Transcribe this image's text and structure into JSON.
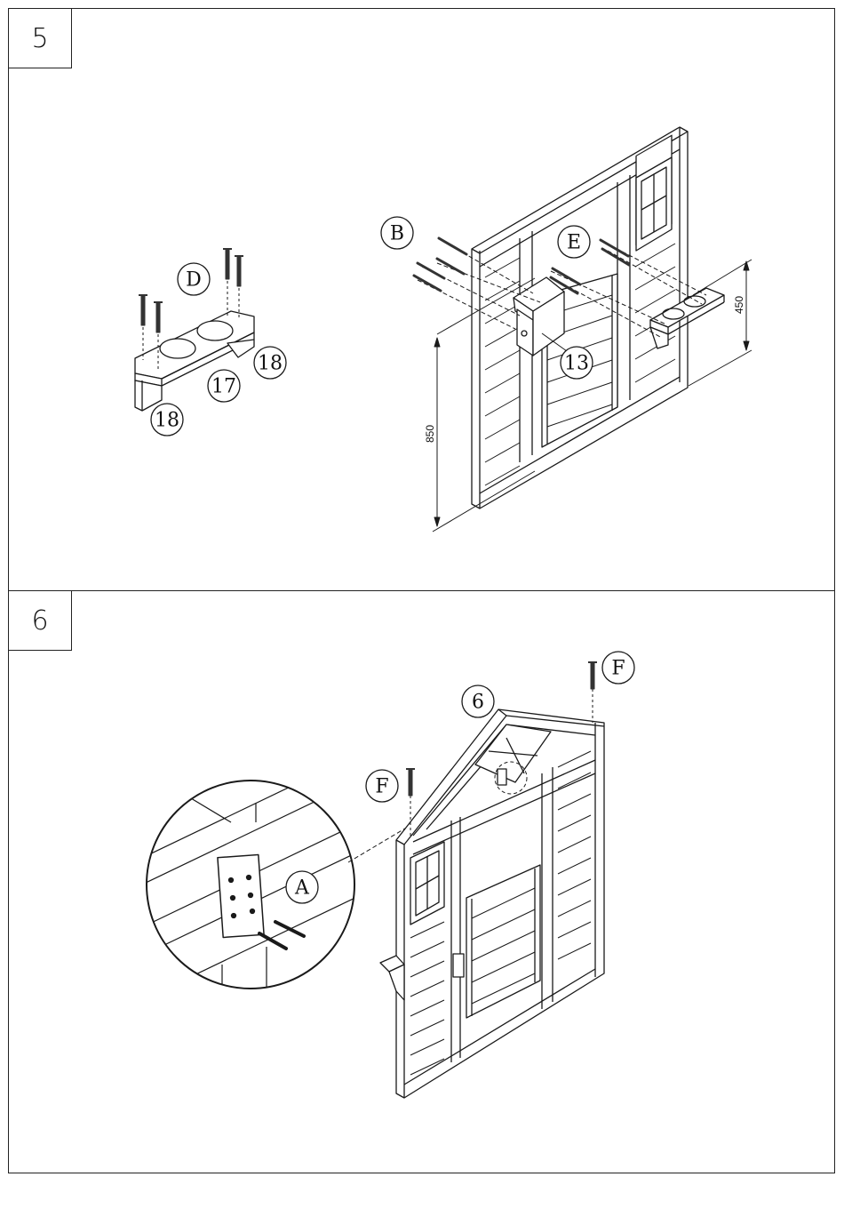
{
  "steps": [
    {
      "number": "5",
      "callouts": {
        "screw_d": "D",
        "tray": "17",
        "bracket_right": "18",
        "bracket_left": "18",
        "screw_b": "B",
        "screw_e": "E",
        "mailbox": "13"
      },
      "dimensions": {
        "height_mailbox": "850",
        "height_tray": "450"
      }
    },
    {
      "number": "6",
      "callouts": {
        "roof": "6",
        "screw_f_left": "F",
        "screw_f_right": "F",
        "plate": "A"
      }
    }
  ],
  "colors": {
    "line": "#1a1a1a",
    "paper": "#ffffff",
    "screw": "#333333"
  }
}
